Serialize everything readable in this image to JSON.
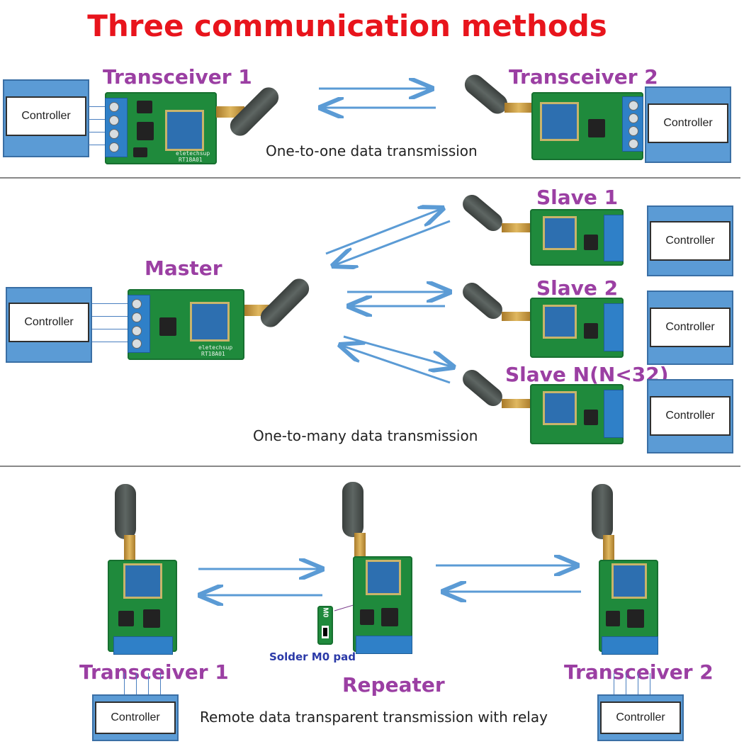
{
  "title": "Three communication methods",
  "colors": {
    "title": "#e8141c",
    "labels": "#9b3fa3",
    "arrows": "#5b9bd5",
    "controller": "#5b9bd5",
    "board": "#1f8a3c",
    "pad_label": "#2b3aa8"
  },
  "section1": {
    "left_label": "Transceiver 1",
    "right_label": "Transceiver 2",
    "left_controller": "Controller",
    "right_controller": "Controller",
    "caption": "One-to-one data transmission"
  },
  "section2": {
    "master_label": "Master",
    "master_controller": "Controller",
    "slaves": [
      {
        "label": "Slave 1",
        "controller": "Controller"
      },
      {
        "label": "Slave 2",
        "controller": "Controller"
      },
      {
        "label": "Slave N(N<32)",
        "controller": "Controller"
      }
    ],
    "caption": "One-to-many data transmission"
  },
  "section3": {
    "left_label": "Transceiver 1",
    "middle_label": "Repeater",
    "right_label": "Transceiver 2",
    "pad_label": "Solder M0 pad",
    "pad_marking": "M0",
    "left_controller": "Controller",
    "right_controller": "Controller",
    "caption": "Remote data transparent transmission with relay"
  },
  "board_text": {
    "brand": "eletechsup",
    "model": "RT18A01"
  }
}
